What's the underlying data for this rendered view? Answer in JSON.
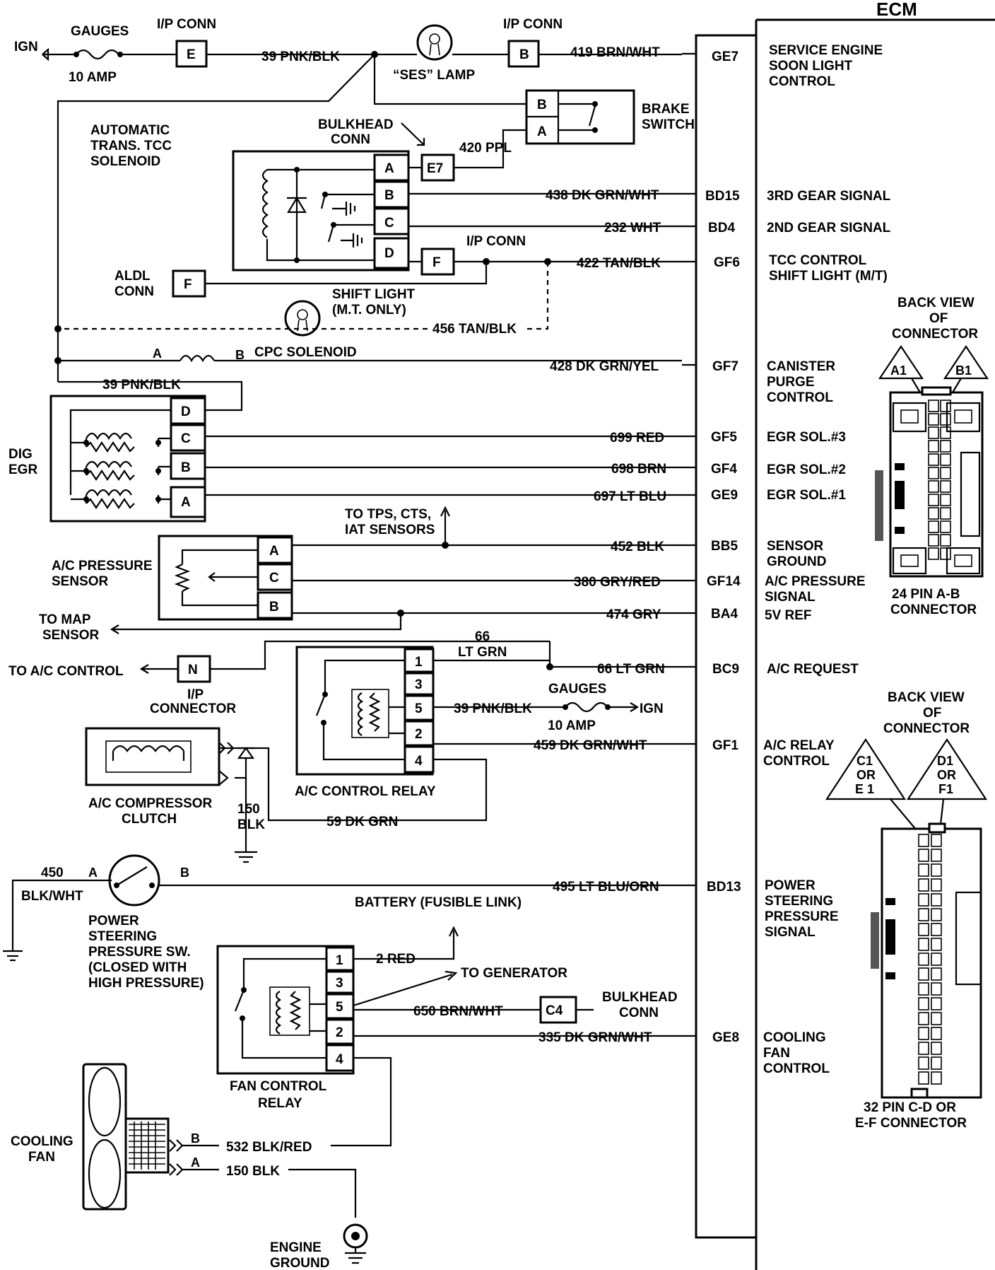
{
  "ecm": {
    "title": "ECM",
    "pins": [
      {
        "id": "GE7",
        "desc": [
          "SERVICE ENGINE",
          "SOON LIGHT",
          "CONTROL"
        ]
      },
      {
        "id": "BD15",
        "desc": [
          "3RD GEAR SIGNAL"
        ]
      },
      {
        "id": "BD4",
        "desc": [
          "2ND GEAR SIGNAL"
        ]
      },
      {
        "id": "GF6",
        "desc": [
          "TCC CONTROL",
          "SHIFT LIGHT (M/T)"
        ]
      },
      {
        "id": "GF7",
        "desc": [
          "CANISTER",
          "PURGE",
          "CONTROL"
        ]
      },
      {
        "id": "GF5",
        "desc": [
          "EGR SOL.#3"
        ]
      },
      {
        "id": "GF4",
        "desc": [
          "EGR SOL.#2"
        ]
      },
      {
        "id": "GE9",
        "desc": [
          "EGR SOL.#1"
        ]
      },
      {
        "id": "BB5",
        "desc": [
          "SENSOR",
          "GROUND"
        ]
      },
      {
        "id": "GF14",
        "desc": [
          "A/C PRESSURE",
          "SIGNAL"
        ]
      },
      {
        "id": "BA4",
        "desc": [
          "5V REF"
        ]
      },
      {
        "id": "BC9",
        "desc": [
          "A/C REQUEST"
        ]
      },
      {
        "id": "GF1",
        "desc": [
          "A/C RELAY",
          "CONTROL"
        ]
      },
      {
        "id": "BD13",
        "desc": [
          "POWER",
          "STEERING",
          "PRESSURE",
          "SIGNAL"
        ]
      },
      {
        "id": "GE8",
        "desc": [
          "COOLING",
          "FAN",
          "CONTROL"
        ]
      }
    ]
  },
  "wires": {
    "w419": "419 BRN/WHT",
    "w39a": "39 PNK/BLK",
    "w420": "420 PPL",
    "w438": "438 DK GRN/WHT",
    "w232": "232 WHT",
    "w422": "422 TAN/BLK",
    "w456": "456 TAN/BLK",
    "w428": "428 DK GRN/YEL",
    "w39b": "39 PNK/BLK",
    "w699": "699 RED",
    "w698": "698 BRN",
    "w697": "697 LT BLU",
    "w452": "452 BLK",
    "w380": "380 GRY/RED",
    "w474": "474 GRY",
    "w66top": "66",
    "w66ltgrn": "LT GRN",
    "w66": "66 LT GRN",
    "w39c": "39 PNK/BLK",
    "w459": "459 DK GRN/WHT",
    "w59": "59 DK GRN",
    "w150a": "150",
    "w150b": "BLK",
    "w450a": "450",
    "w450b": "BLK/WHT",
    "w495": "495 LT BLU/ORN",
    "w2": "2 RED",
    "w650": "650 BRN/WHT",
    "w335": "335 DK GRN/WHT",
    "w532": "532 BLK/RED",
    "w150c": "150 BLK"
  },
  "labels": {
    "ign1": "IGN",
    "gauges1": "GAUGES",
    "amp1": "10 AMP",
    "ipconn1": "I/P CONN",
    "ipconn2": "I/P CONN",
    "ipconn3": "I/P CONN",
    "ses": "“SES” LAMP",
    "brake1": "BRAKE",
    "brake2": "SWITCH",
    "tcc1": "AUTOMATIC",
    "tcc2": "TRANS. TCC",
    "tcc3": "SOLENOID",
    "bulk1a": "BULKHEAD",
    "bulk1b": "CONN",
    "aldl1": "ALDL",
    "aldl2": "CONN",
    "shift1": "SHIFT LIGHT",
    "shift2": "(M.T. ONLY)",
    "cpc": "CPC SOLENOID",
    "cpcA": "A",
    "cpcB": "B",
    "dig1": "DIG",
    "dig2": "EGR",
    "totps1": "TO TPS, CTS,",
    "totps2": "IAT SENSORS",
    "acp1": "A/C PRESSURE",
    "acp2": "SENSOR",
    "tomap1": "TO MAP",
    "tomap2": "SENSOR",
    "toac": "TO A/C CONTROL",
    "ipconn4a": "I/P",
    "ipconn4b": "CONNECTOR",
    "gauges2": "GAUGES",
    "amp2": "10 AMP",
    "ign2": "IGN",
    "acrelay": "A/C CONTROL RELAY",
    "acc1": "A/C COMPRESSOR",
    "acc2": "CLUTCH",
    "psA": "A",
    "psB": "B",
    "ps1": "POWER",
    "ps2": "STEERING",
    "ps3": "PRESSURE  SW.",
    "ps4": "(CLOSED WITH",
    "ps5": "HIGH PRESSURE)",
    "battery": "BATTERY (FUSIBLE LINK)",
    "togen": "TO GENERATOR",
    "bulk2a": "BULKHEAD",
    "bulk2b": "CONN",
    "fanrelay1": "FAN CONTROL",
    "fanrelay2": "RELAY",
    "fan1": "COOLING",
    "fan2": "FAN",
    "fanB": "B",
    "fanA": "A",
    "eg1": "ENGINE",
    "eg2": "GROUND"
  },
  "connectors": {
    "E": "E",
    "B": "B",
    "E7": "E7",
    "F1": "F",
    "F2": "F",
    "N": "N",
    "C4": "C4",
    "brakeB": "B",
    "brakeA": "A",
    "tccA": "A",
    "tccB": "B",
    "tccC": "C",
    "tccD": "D",
    "egrD": "D",
    "egrC": "C",
    "egrB": "B",
    "egrA": "A",
    "acpA": "A",
    "acpC": "C",
    "acpB": "B",
    "rly1": "1",
    "rly3": "3",
    "rly5": "5",
    "rly2": "2",
    "rly4": "4",
    "fan1": "1",
    "fan3": "3",
    "fan5": "5",
    "fan2": "2",
    "fan4": "4"
  },
  "ecm_connectors": {
    "top": {
      "b1": "BACK VIEW",
      "b2": "OF",
      "b3": "CONNECTOR",
      "a1": "A1",
      "b1pin": "B1",
      "name1": "24 PIN  A-B",
      "name2": "CONNECTOR"
    },
    "bottom": {
      "b1": "BACK VIEW",
      "b2": "OF",
      "b3": "CONNECTOR",
      "c1a": "C1",
      "c1b": "OR",
      "c1c": "E 1",
      "d1a": "D1",
      "d1b": "OR",
      "d1c": "F1",
      "name1": "32  PIN C-D OR",
      "name2": "E-F  CONNECTOR"
    }
  }
}
